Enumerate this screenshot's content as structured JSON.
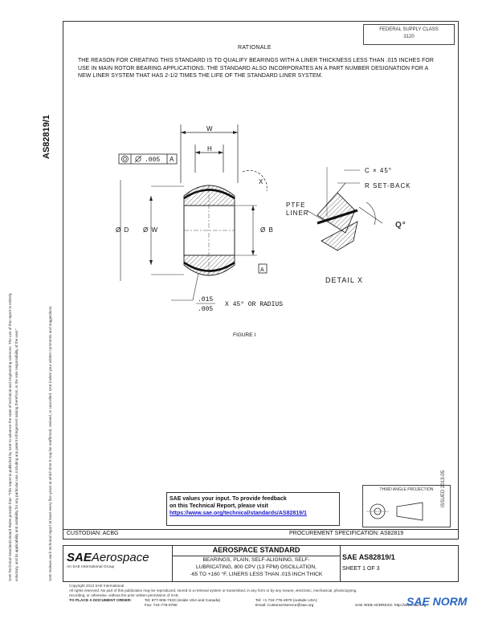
{
  "header": {
    "fsc_line1": "FEDERAL SUPPLY CLASS",
    "fsc_line2": "3120"
  },
  "side": {
    "doc_number": "AS82819/1",
    "legal_lines": [
      "SAE Technical Standards Board Rules provide that: \"This report is published by SAE to advance the state of technical and engineering sciences. The use of this report is entirely",
      "voluntary, and its applicability and suitability for any particular use, including any patent infringement arising therefrom, is the sole responsibility of the user.\"",
      "SAE reviews each technical report at least every five years at which time it may be reaffirmed, revised, or cancelled. SAE invites your written comments and suggestions."
    ],
    "revised": "ISSUED 2013-05"
  },
  "rationale": {
    "title": "RATIONALE",
    "body": "THE REASON FOR CREATING THIS STANDARD IS TO QUALIFY BEARINGS WITH A LINER THICKNESS LESS THAN .015 INCHES FOR USE IN MAIN ROTOR BEARING APPLICATIONS. THE STANDARD ALSO INCORPORATES AN A PART NUMBER DESIGNATION FOR A NEW LINER SYSTEM THAT HAS 2-1/2 TIMES THE LIFE OF THE STANDARD LINER SYSTEM."
  },
  "drawing": {
    "w": "W",
    "h": "H",
    "tolerance": ".005",
    "od": "Ø D",
    "ow": "Ø W",
    "ob": "Ø B",
    "datum": "A",
    "x_marker": "X",
    "chamfer_top": ".015",
    "chamfer_bottom": ".005",
    "chamfer_note": "X 45° OR RADIUS",
    "c45": "C × 45°",
    "setback": "R SET-BACK",
    "ptfe": "PTFE",
    "liner": "LINER",
    "q": "Q°",
    "detail": "DETAIL X",
    "figure": "FIGURE I"
  },
  "feedback": {
    "line1": "SAE values your input. To provide feedback",
    "line2": "on this Technical Report, please visit",
    "url": "https://www.sae.org/technical/standards/AS82819/1"
  },
  "projection": {
    "caption": "THIRD ANGLE PROJECTION"
  },
  "strip": {
    "custodian": "CUSTODIAN: ACBG",
    "procurement": "PROCUREMENT SPECIFICATION: AS82819"
  },
  "titleblock": {
    "logo_sae": "SAE",
    "logo_aero": "Aerospace",
    "logo_sub": "An SAE International Group",
    "standard": "AEROSPACE STANDARD",
    "title_lines": [
      "BEARINGS, PLAIN, SELF-ALIGNING, SELF-",
      "LUBRICATING, 800 CPV (13 FPM) OSCILLATION,",
      "-65 TO +160 °F, LINERS LESS THAN .015 INCH THICK"
    ],
    "doc_sae": "SAE",
    "doc_number": "AS82819/1",
    "sheet": "SHEET 1 OF 3"
  },
  "footer": {
    "copyright_lines": [
      "Copyright 2013 SAE International",
      "All rights reserved. No part of this publication may be reproduced, stored in a retrieval system or transmitted, in any form or by any means, electronic, mechanical, photocopying,",
      "recording, or otherwise, without the prior written permission of SAE."
    ],
    "order_label": "TO PLACE A DOCUMENT ORDER:",
    "tel1": "Tel:  877-606-7323 (inside USA and Canada)",
    "fax": "Fax:  724-776-0790",
    "tel2": "Tel:  +1 724-776-4970 (outside USA)",
    "email": "Email: CustomerService@sae.org",
    "web": "SAE WEB ADDRESS: http://www.sae.org"
  },
  "watermark": {
    "text": "SAE NORM"
  }
}
